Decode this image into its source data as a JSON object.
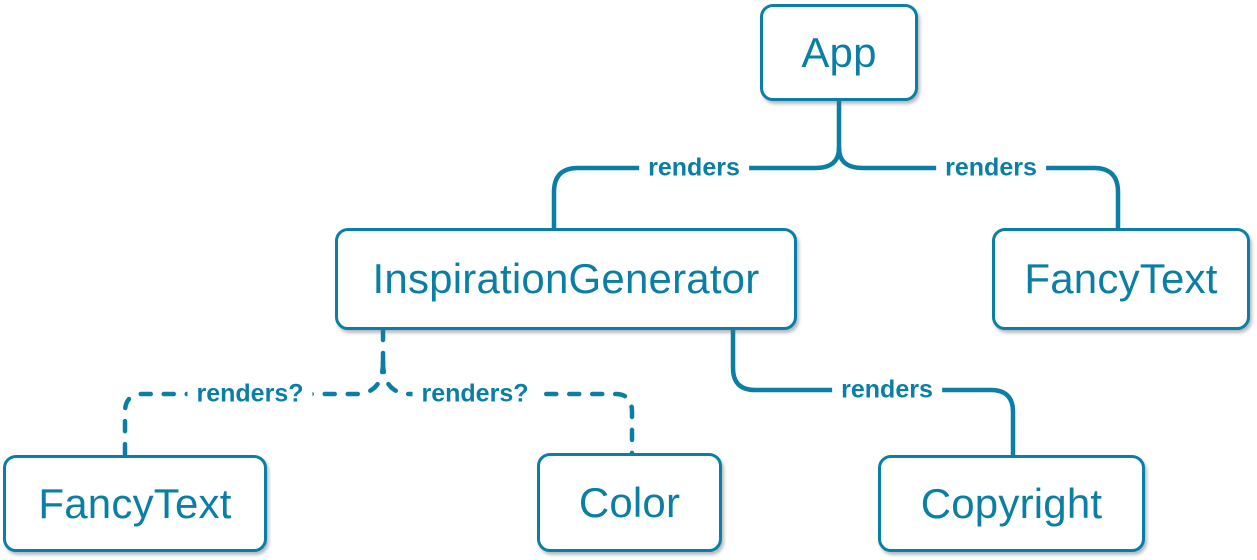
{
  "diagram": {
    "accent_color": "#0a7ea4",
    "background_color": "#ffffff",
    "nodes": [
      {
        "id": "app",
        "label": "App"
      },
      {
        "id": "inspiration-generator",
        "label": "InspirationGenerator"
      },
      {
        "id": "fancy-text-top",
        "label": "FancyText"
      },
      {
        "id": "fancy-text-bottom",
        "label": "FancyText"
      },
      {
        "id": "color",
        "label": "Color"
      },
      {
        "id": "copyright",
        "label": "Copyright"
      }
    ],
    "edges": [
      {
        "from": "App",
        "to": "InspirationGenerator",
        "label": "renders",
        "style": "solid"
      },
      {
        "from": "App",
        "to": "FancyText",
        "label": "renders",
        "style": "solid"
      },
      {
        "from": "InspirationGenerator",
        "to": "FancyText",
        "label": "renders?",
        "style": "dashed"
      },
      {
        "from": "InspirationGenerator",
        "to": "Color",
        "label": "renders?",
        "style": "dashed"
      },
      {
        "from": "InspirationGenerator",
        "to": "Copyright",
        "label": "renders",
        "style": "solid"
      }
    ]
  }
}
